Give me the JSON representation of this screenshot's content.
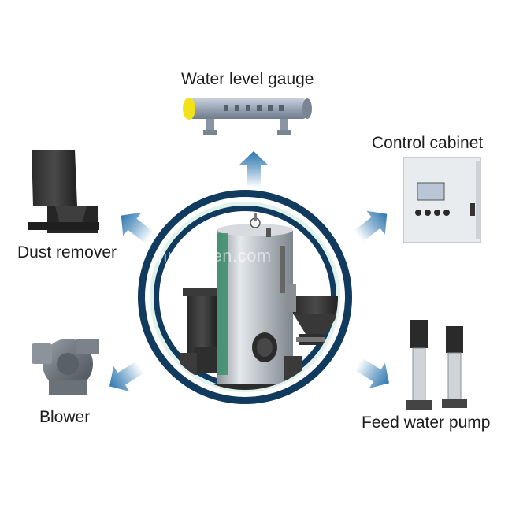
{
  "labels": {
    "water_level_gauge": "Water level gauge",
    "control_cabinet": "Control cabinet",
    "dust_remover": "Dust remover",
    "blower": "Blower",
    "feed_water_pump": "Feed water pump"
  },
  "watermark": "hnzgrl.en.com",
  "colors": {
    "ring_navy": "#103a5e",
    "ring_light": "#dff3ec",
    "arrow_blue": "#2e78b0",
    "steel": "#c9cdd2"
  }
}
